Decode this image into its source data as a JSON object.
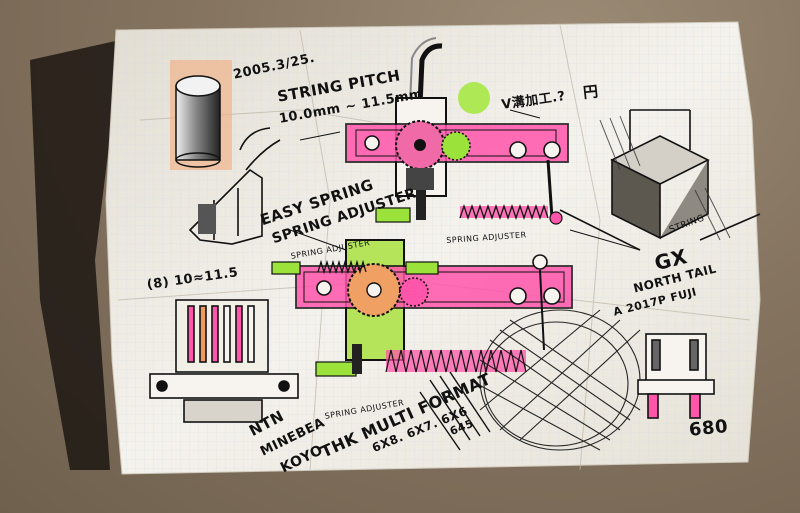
{
  "photo": {
    "subject": "hand-drawn mechanical sketch on paper",
    "colors": {
      "paper": "#f1efe9",
      "ink": "#141414",
      "pink": "#ff4fa8",
      "green": "#9be23a",
      "orange": "#f09a60",
      "shadow": "#1a1612",
      "wall": "#857460"
    },
    "annotations": {
      "date": "2005.3/25.",
      "string_pitch": "STRING PITCH",
      "pitch_range": "10.0mm ~ 11.5mm",
      "v_groove": "V溝加工.?",
      "circle_note": "円",
      "easy_spring": "EASY SPRING",
      "spring_adjuster_main": "SPRING ADJUSTER",
      "spring_adjuster_a": "SPRING ADJUSTER",
      "spring_adjuster_b": "SPRING ADJUSTER",
      "spring_adjuster_c": "SPRING ADJUSTER",
      "count_range": "(8) 10≈11.5",
      "gx": "GX",
      "north_tail": "NORTH TAIL",
      "fuji": "A 2017P FUJI",
      "string_label": "STRING",
      "ntn": "NTN",
      "minebea": "MINEBEA",
      "koyo": "KOYO",
      "thk": "THK MULTI FORMAT",
      "formats": "6X8. 6X7. 6X6",
      "format_645": "645",
      "number": "680"
    }
  }
}
